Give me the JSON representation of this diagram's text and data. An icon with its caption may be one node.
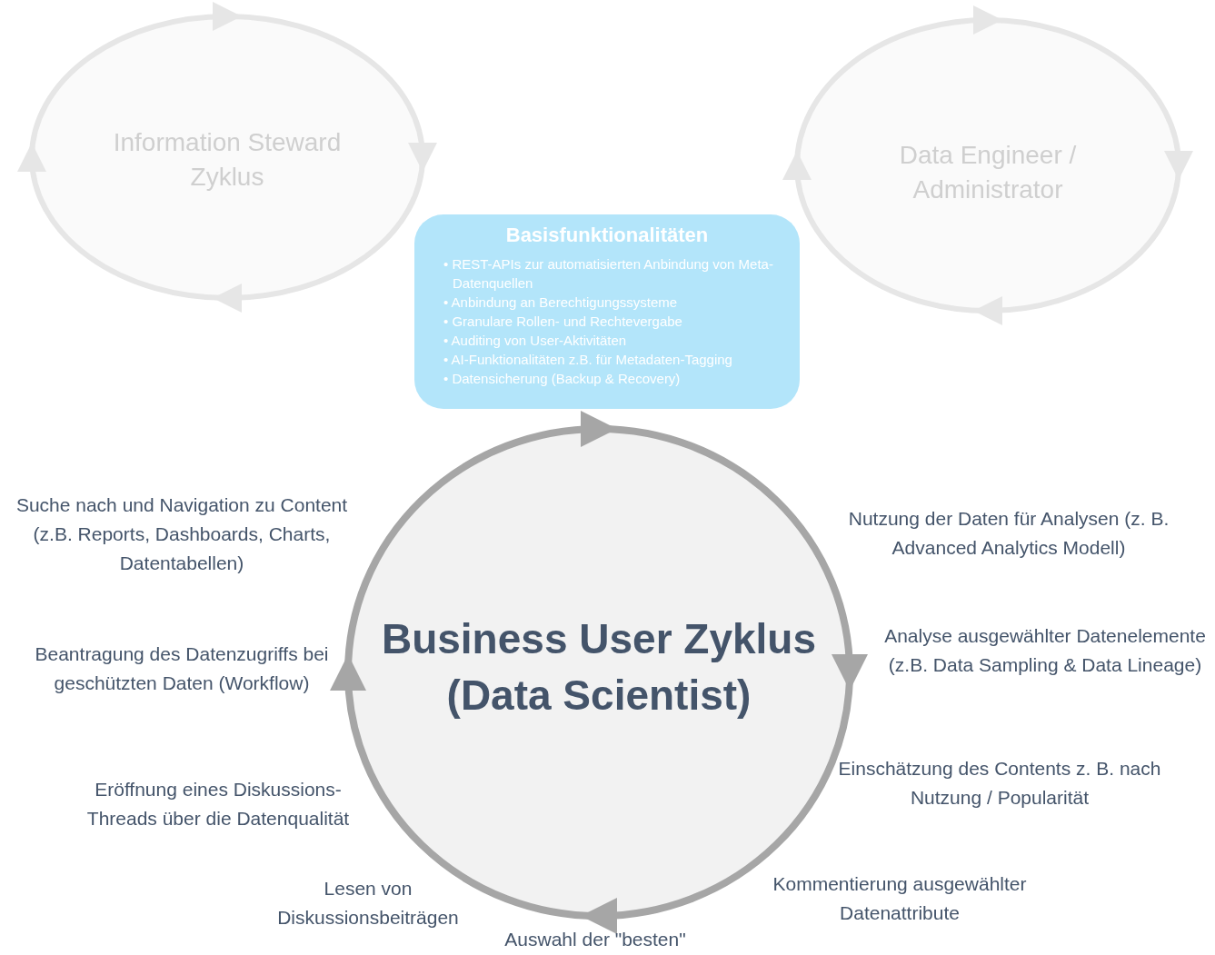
{
  "diagram": {
    "nodes": [
      {
        "text": [
          "Information Steward Zyklus"
        ]
      },
      {
        "text": [
          "Data Engineer / Administrator"
        ]
      },
      {
        "text": [
          "Basisfunktionalitäten",
          "• REST-APIs zur automatisierten Anbindung von Meta-Datenquellen",
          "• Anbindung an Berechtigungssysteme",
          "• Granulare Rollen- und Rechtevergabe",
          "• Auditing von User-Aktivitäten",
          "• AI-Funktionalitäten z.B. für Metadaten-Tagging",
          "• Datensicherung (Backup & Recovery)"
        ]
      },
      {
        "text": [
          "Business User Zyklus (Data Scientist)"
        ]
      }
    ],
    "labels": [
      "Suche nach und Navigation zu Content (z.B. Reports, Dashboards, Charts, Datentabellen)",
      "Nutzung der Daten für Analysen (z. B. Advanced Analytics Modell)",
      "Analyse ausgewählter Datenelemente (z.B. Data Sampling & Data Lineage)",
      "Beantragung des Datenzugriffs bei geschützten Daten (Workflow)",
      "Einschätzung des Contents z. B. nach Nutzung / Popularität",
      "Eröffnung eines Diskussions-Threads über die Datenqualität",
      "Lesen von Diskussionsbeiträgen",
      "Kommentierung ausgewählter Datenattribute",
      "Auswahl der \"besten\""
    ]
  }
}
